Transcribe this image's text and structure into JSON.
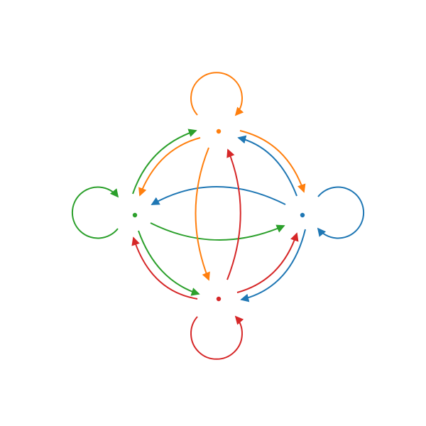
{
  "diagram": {
    "type": "directed-graph",
    "labels_visible": false,
    "nodes": [
      {
        "id": "orange",
        "color": "#ff7f0e"
      },
      {
        "id": "blue",
        "color": "#1f77b4"
      },
      {
        "id": "red",
        "color": "#d62728"
      },
      {
        "id": "green",
        "color": "#2ca02c"
      }
    ],
    "edges": [
      {
        "from": "orange",
        "to": "orange",
        "color": "#ff7f0e",
        "kind": "self-loop"
      },
      {
        "from": "orange",
        "to": "blue",
        "color": "#ff7f0e"
      },
      {
        "from": "orange",
        "to": "red",
        "color": "#ff7f0e"
      },
      {
        "from": "orange",
        "to": "green",
        "color": "#ff7f0e"
      },
      {
        "from": "blue",
        "to": "blue",
        "color": "#1f77b4",
        "kind": "self-loop"
      },
      {
        "from": "blue",
        "to": "orange",
        "color": "#1f77b4"
      },
      {
        "from": "blue",
        "to": "red",
        "color": "#1f77b4"
      },
      {
        "from": "blue",
        "to": "green",
        "color": "#1f77b4"
      },
      {
        "from": "red",
        "to": "red",
        "color": "#d62728",
        "kind": "self-loop"
      },
      {
        "from": "red",
        "to": "orange",
        "color": "#d62728"
      },
      {
        "from": "red",
        "to": "blue",
        "color": "#d62728"
      },
      {
        "from": "red",
        "to": "green",
        "color": "#d62728"
      },
      {
        "from": "green",
        "to": "green",
        "color": "#2ca02c",
        "kind": "self-loop"
      },
      {
        "from": "green",
        "to": "orange",
        "color": "#2ca02c"
      },
      {
        "from": "green",
        "to": "blue",
        "color": "#2ca02c"
      },
      {
        "from": "green",
        "to": "red",
        "color": "#2ca02c"
      }
    ]
  }
}
